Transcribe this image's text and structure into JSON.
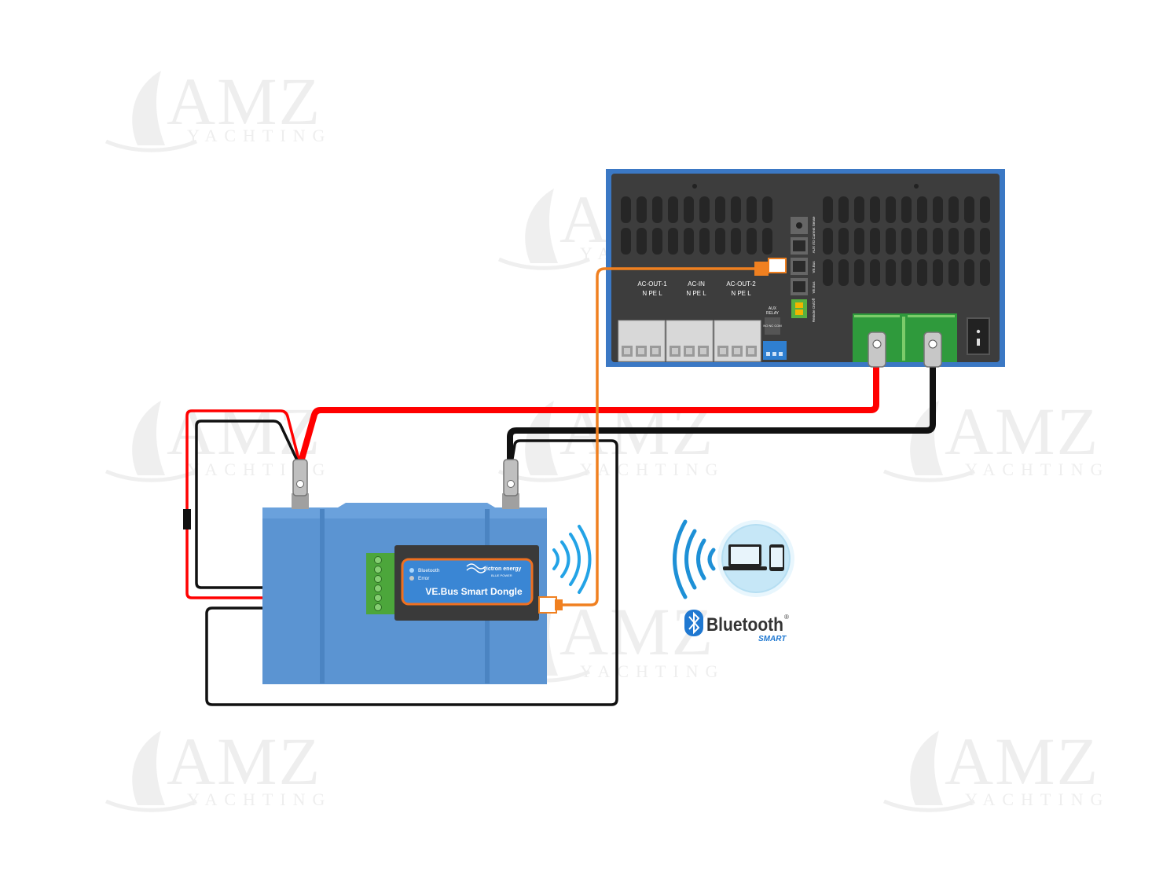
{
  "watermark": {
    "brand": "AMZ",
    "tagline": "YACHTING"
  },
  "inverter": {
    "ports": [
      {
        "id": "ac-out-1",
        "title": "AC-OUT-1",
        "pins": "N  PE  L"
      },
      {
        "id": "ac-in",
        "title": "AC-IN",
        "pins": "N  PE  L"
      },
      {
        "id": "ac-out-2",
        "title": "AC-OUT-2",
        "pins": "N  PE  L"
      }
    ],
    "aux_relay": [
      "AUX",
      "RELAY"
    ],
    "relay_pins": "NO NC COM",
    "side_labels": [
      "Current Sense",
      "AUX I/O",
      "VE.Bus",
      "VE.Bus",
      "Remote On/Off"
    ]
  },
  "dongle": {
    "indicators": [
      "Bluetooth",
      "Error"
    ],
    "brand": "victron energy",
    "brand_sub": "BLUE POWER",
    "name": "VE.Bus Smart Dongle"
  },
  "bluetooth_badge": {
    "word": "Bluetooth",
    "mark": "®",
    "sub": "SMART"
  },
  "colors": {
    "positive_cable": "#ff0000",
    "negative_cable": "#111111",
    "ve_bus_cable": "#f08020",
    "inverter_frame": "#3b78c4",
    "inverter_body": "#3d3d3d",
    "battery": "#5b94d2",
    "dongle_screen": "#3a86d4",
    "dongle_border": "#f07020",
    "terminal_block": "#5cb545",
    "bluetooth_blue": "#1f78d1"
  },
  "icons": [
    "watermark-logo-icon",
    "laptop-icon",
    "phone-icon",
    "bluetooth-rune-icon",
    "wireless-signal-icon",
    "power-switch-icon",
    "fuse-icon"
  ]
}
